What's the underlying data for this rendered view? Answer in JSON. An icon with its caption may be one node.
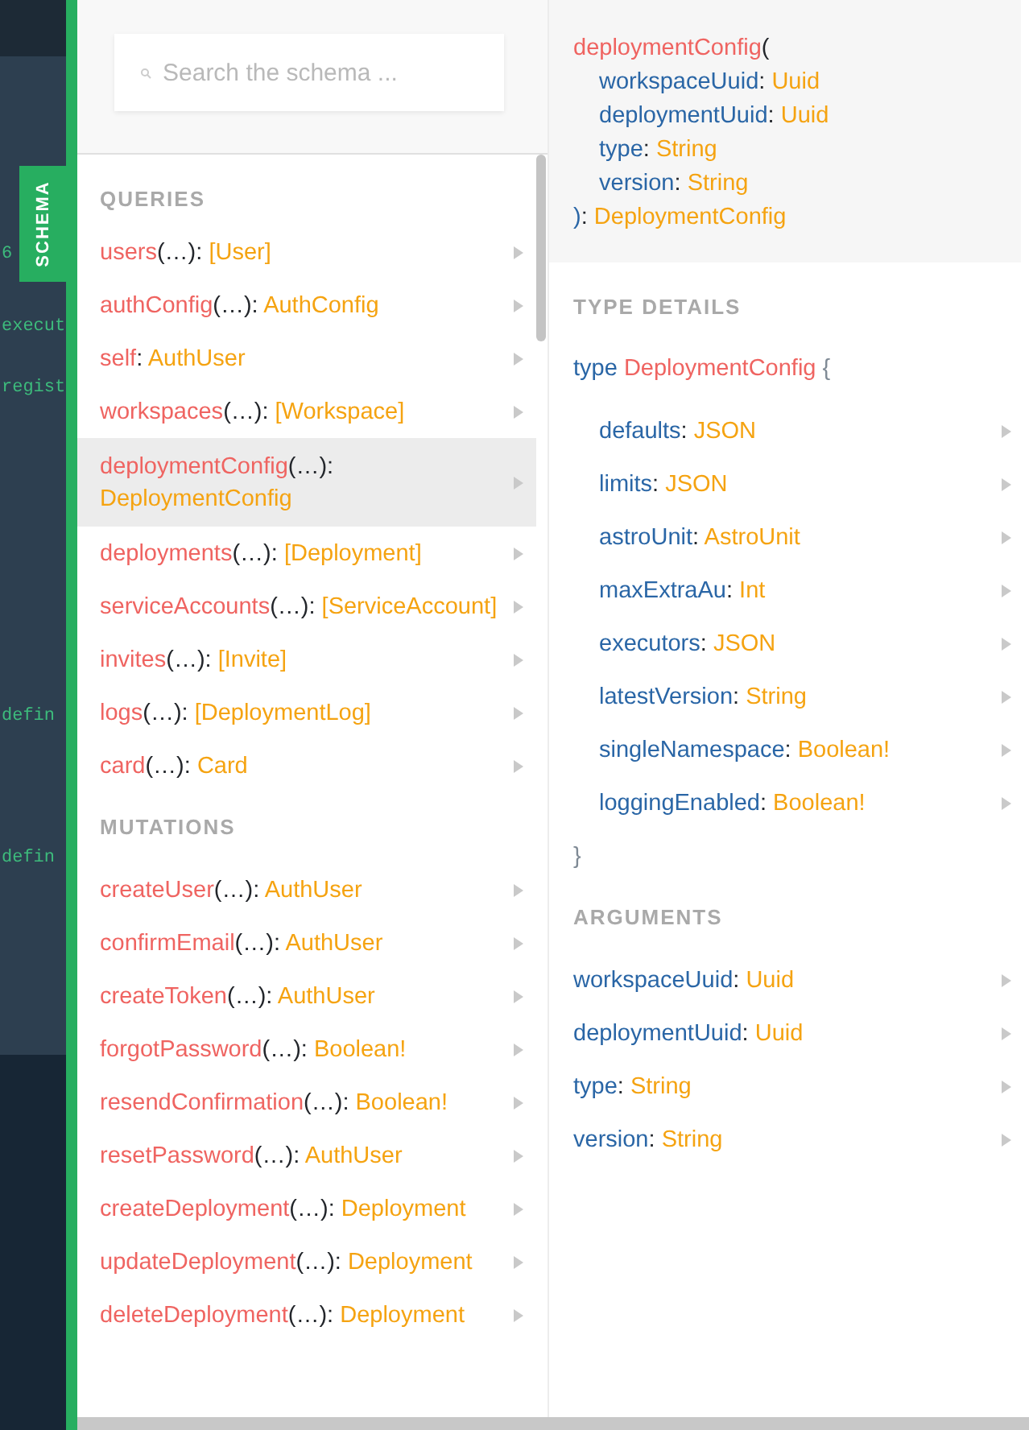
{
  "diagram": {
    "labels": [
      "6",
      "execut",
      "regist",
      "defin",
      "defin",
      "SCHEMA",
      "Search the schema ...",
      "QUERIES",
      "users(…): [User]",
      "authConfig(…): AuthConfig",
      "self: AuthUser",
      "workspaces(…): [Workspace]",
      "deploymentConfig(…): DeploymentConfig",
      "deployments(…): [Deployment]",
      "serviceAccounts(…): [ServiceAccount]",
      "invites(…): [Invite]",
      "logs(…): [DeploymentLog]",
      "card(…): Card",
      "MUTATIONS",
      "createUser(…): AuthUser",
      "confirmEmail(…): AuthUser",
      "createToken(…): AuthUser",
      "forgotPassword(…): Boolean!",
      "resendConfirmation(…): Boolean!",
      "resetPassword(…): AuthUser",
      "createDeployment(…): Deployment",
      "updateDeployment(…): Deployment",
      "deleteDeployment(…): Deployment",
      "deploymentConfig(",
      "workspaceUuid: Uuid",
      "deploymentUuid: Uuid",
      "type: String",
      "version: String",
      "): DeploymentConfig",
      "TYPE DETAILS",
      "type DeploymentConfig {",
      "defaults: JSON",
      "limits: JSON",
      "astroUnit: AstroUnit",
      "maxExtraAu: Int",
      "executors: JSON",
      "latestVersion: String",
      "singleNamespace: Boolean!",
      "loggingEnabled: Boolean!",
      "}",
      "ARGUMENTS",
      "workspaceUuid: Uuid",
      "deploymentUuid: Uuid",
      "type: String",
      "version: String"
    ]
  }
}
